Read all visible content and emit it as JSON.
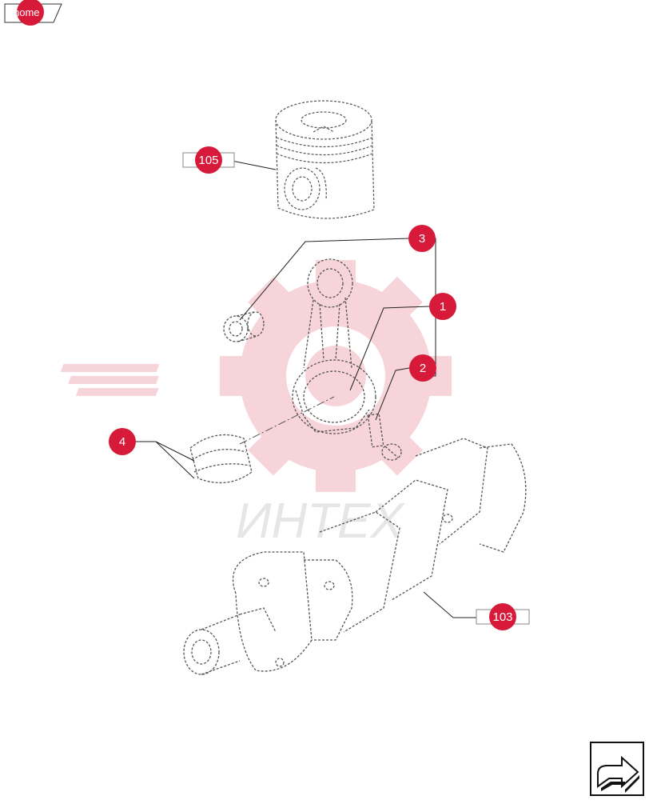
{
  "nav": {
    "home_label": "home"
  },
  "watermark": {
    "text": "ИНТЕХ"
  },
  "callouts": {
    "c1": "1",
    "c2": "2",
    "c3": "3",
    "c4": "4",
    "ref_piston": "105",
    "ref_crank": "103"
  },
  "colors": {
    "accent": "#d71a3a",
    "watermark": "#f6c9cf"
  },
  "icons": {
    "next": "next-page-arrow-icon"
  }
}
